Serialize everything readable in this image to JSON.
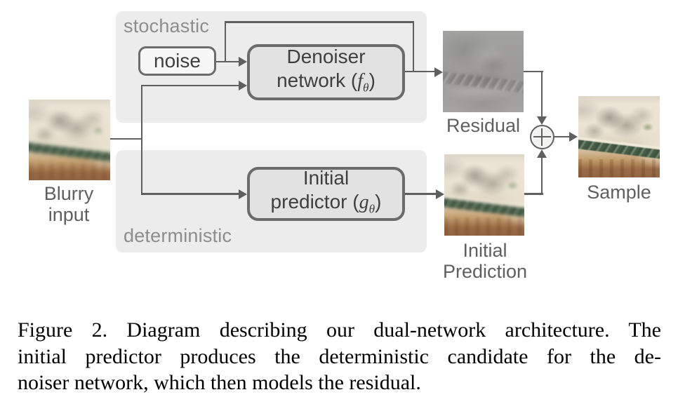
{
  "figure": {
    "panels": {
      "stochastic": {
        "label": "stochastic"
      },
      "deterministic": {
        "label": "deterministic"
      }
    },
    "nodes": {
      "noise": {
        "label": "noise"
      },
      "denoiser": {
        "line1": "Denoiser",
        "line2_pre": "network (",
        "symbol": "f",
        "subscript": "θ",
        "line2_post": ")"
      },
      "predictor": {
        "line1": "Initial",
        "line2_pre": "predictor (",
        "symbol": "g",
        "subscript": "θ",
        "line2_post": ")"
      }
    },
    "images": {
      "blurry_input": {
        "label_line1": "Blurry",
        "label_line2": "input"
      },
      "residual": {
        "label": "Residual"
      },
      "initial_prediction": {
        "label_line1": "Initial",
        "label_line2": "Prediction"
      },
      "sample": {
        "label": "Sample"
      }
    },
    "icons": {
      "sum": "circled-plus"
    },
    "caption": {
      "lines": [
        "Figure 2. Diagram describing our dual-network architecture. The",
        "initial predictor produces the deterministic candidate for the de-",
        "noiser network, which then models the residual."
      ]
    },
    "colors": {
      "background": "#ffffff",
      "panel": "#ececec",
      "panel_label": "#8d8d8d",
      "node_fill": "#e2e2e2",
      "noise_fill": "#f7f7f7",
      "node_border": "#6b6b6b",
      "node_text": "#3f3f3f",
      "line": "#5f5f5f",
      "image_label": "#5f5f5f",
      "caption_text": "#000000"
    }
  }
}
